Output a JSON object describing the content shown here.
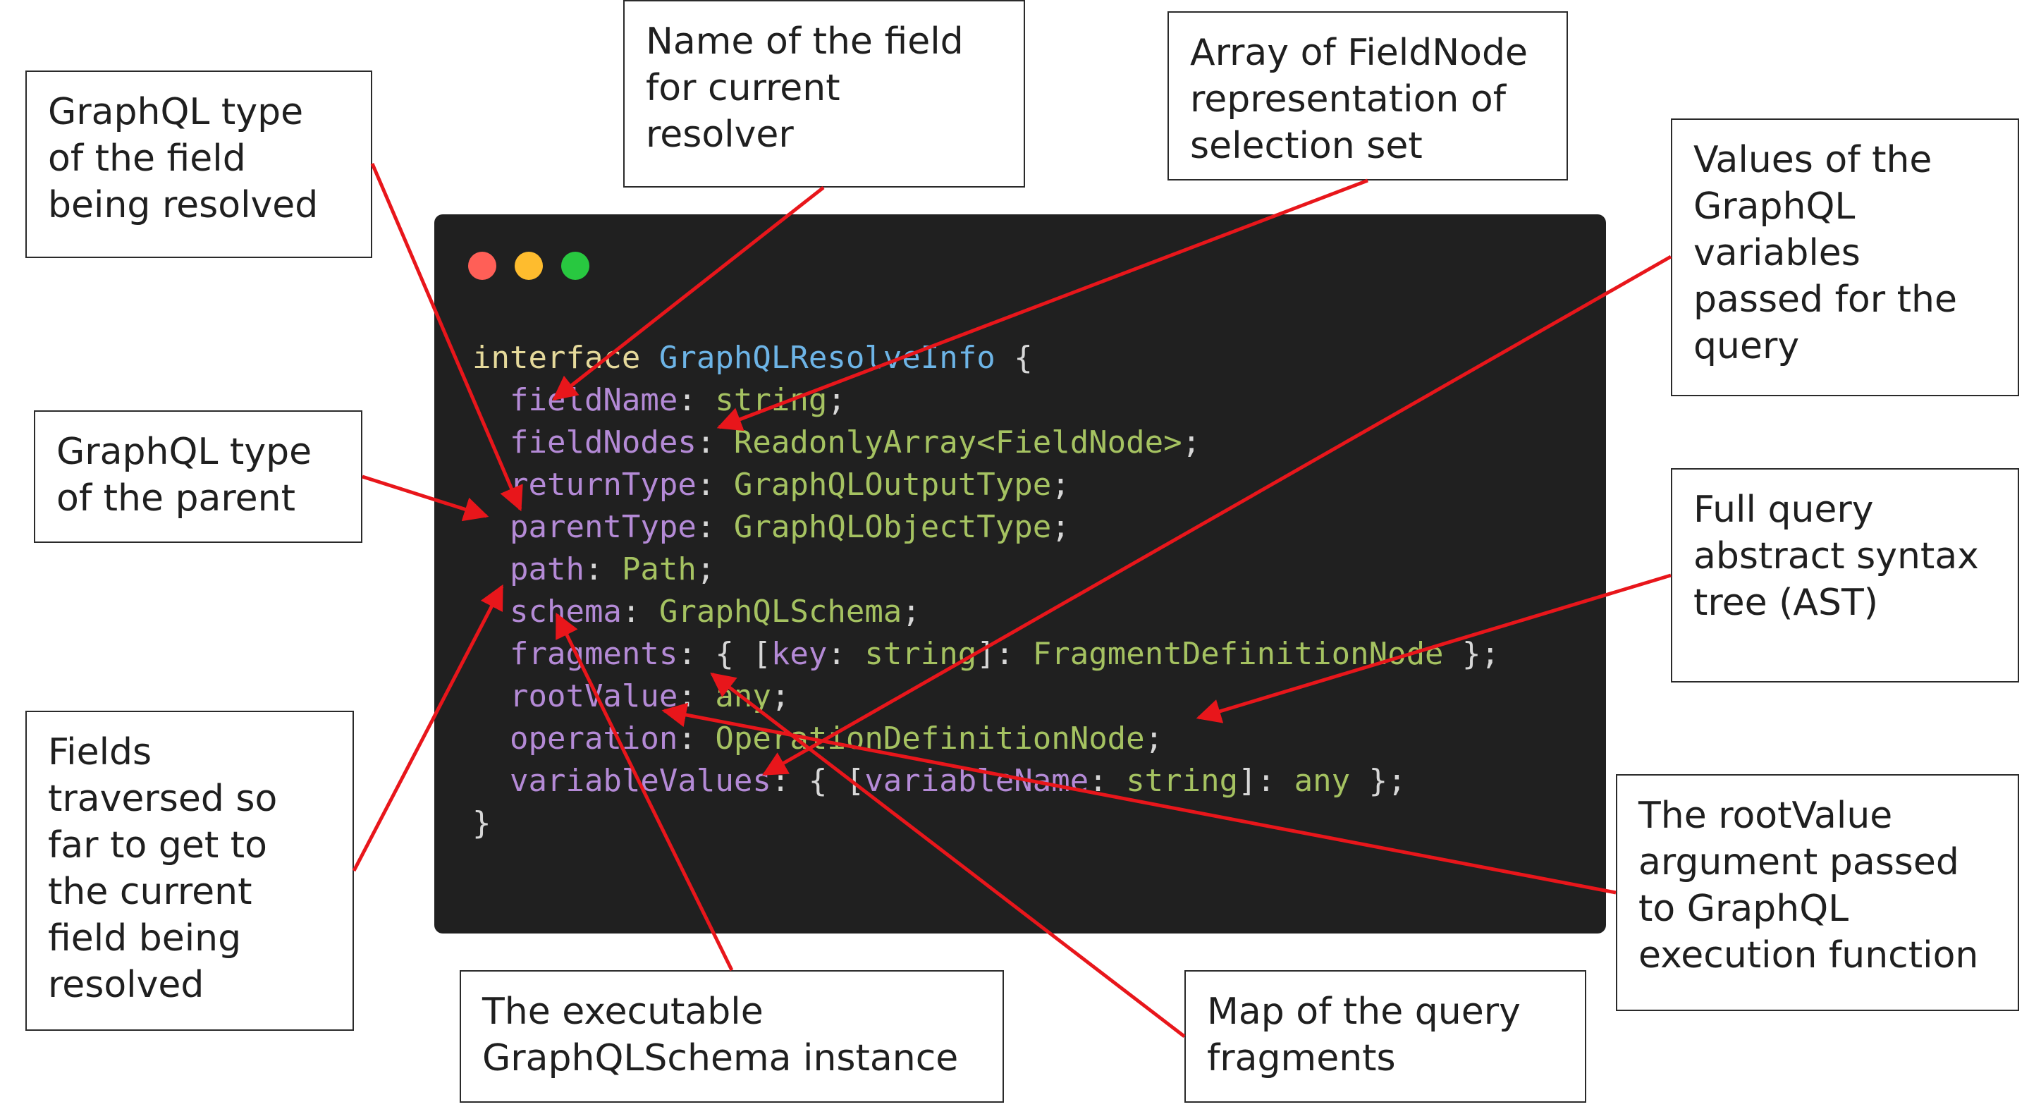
{
  "colors": {
    "arrow": "#e8161b",
    "code_background": "#202020",
    "window_dots": [
      "#ff5f57",
      "#febc2e",
      "#28c840"
    ],
    "keyword": "#e5d99b",
    "type_name": "#6db4e6",
    "property": "#b48ad6",
    "type": "#a5c261"
  },
  "code": {
    "line0": {
      "keyword": "interface",
      "name": "GraphQLResolveInfo",
      "open": " {"
    },
    "line1": {
      "prop": "fieldName",
      "sep": ": ",
      "type": "string",
      "end": ";"
    },
    "line2": {
      "prop": "fieldNodes",
      "sep": ": ",
      "type": "ReadonlyArray<FieldNode>",
      "end": ";"
    },
    "line3": {
      "prop": "returnType",
      "sep": ": ",
      "type": "GraphQLOutputType",
      "end": ";"
    },
    "line4": {
      "prop": "parentType",
      "sep": ": ",
      "type": "GraphQLObjectType",
      "end": ";"
    },
    "line5": {
      "prop": "path",
      "sep": ": ",
      "type": "Path",
      "end": ";"
    },
    "line6": {
      "prop": "schema",
      "sep": ": ",
      "type": "GraphQLSchema",
      "end": ";"
    },
    "line7": {
      "prop": "fragments",
      "sep": ": { [",
      "prop2": "key",
      "sep2": ": ",
      "type": "string",
      "mid": "]: ",
      "type2": "FragmentDefinitionNode",
      "end": " };"
    },
    "line8": {
      "prop": "rootValue",
      "sep": ": ",
      "type": "any",
      "end": ";"
    },
    "line9": {
      "prop": "operation",
      "sep": ": ",
      "type": "OperationDefinitionNode",
      "end": ";"
    },
    "line10": {
      "prop": "variableValues",
      "sep": ": { [",
      "prop2": "variableName",
      "sep2": ": ",
      "type": "string",
      "mid": "]: ",
      "type2": "any",
      "end": " };"
    },
    "line11": {
      "close": "}"
    }
  },
  "annotations": {
    "return_type": [
      "GraphQL type",
      "of the field",
      "being resolved"
    ],
    "field_name": [
      "Name of the field",
      "for current",
      "resolver"
    ],
    "field_nodes": [
      "Array of FieldNode",
      "representation of",
      "selection set"
    ],
    "variable_values": [
      "Values of the",
      "GraphQL",
      "variables",
      "passed for the",
      "query"
    ],
    "parent_type": [
      "GraphQL type",
      "of the parent"
    ],
    "operation": [
      "Full query",
      "abstract syntax",
      "tree (AST)"
    ],
    "path": [
      "Fields",
      "traversed so",
      "far to get to",
      "the current",
      "field being",
      "resolved"
    ],
    "root_value": [
      "The rootValue",
      "argument passed",
      "to GraphQL",
      "execution function"
    ],
    "schema": [
      "The executable",
      "GraphQLSchema instance"
    ],
    "fragments": [
      "Map of the query",
      "fragments"
    ]
  }
}
